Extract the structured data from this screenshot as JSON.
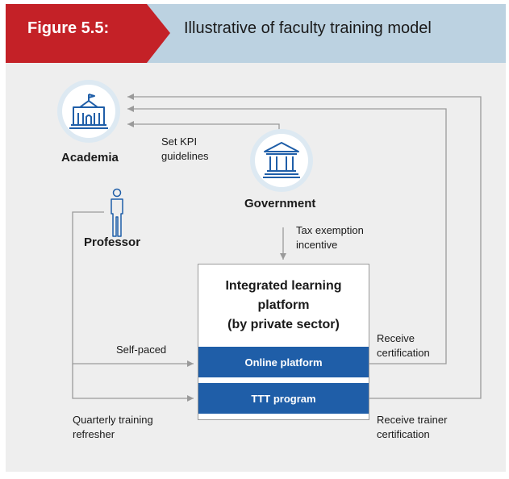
{
  "header": {
    "figure_label": "Figure 5.5:",
    "title": "Illustrative of faculty training model"
  },
  "nodes": {
    "academia": {
      "label": "Academia",
      "icon": "university-building-icon"
    },
    "government": {
      "label": "Government",
      "icon": "government-building-icon"
    },
    "professor": {
      "label": "Professor",
      "icon": "person-icon"
    }
  },
  "platform": {
    "title_lines": [
      "Integrated learning",
      "platform",
      "(by private sector)"
    ],
    "online_platform": "Online platform",
    "ttt_program": "TTT program"
  },
  "edge_labels": {
    "set_kpi": [
      "Set KPI",
      "guidelines"
    ],
    "tax_exemption": [
      "Tax exemption",
      "incentive"
    ],
    "self_paced": "Self-paced",
    "quarterly": [
      "Quarterly training",
      "refresher"
    ],
    "receive_cert": [
      "Receive",
      "certification"
    ],
    "receive_trainer_cert": [
      "Receive trainer",
      "certification"
    ]
  },
  "colors": {
    "accent_red": "#c42127",
    "header_blue": "#bcd2e1",
    "icon_blue": "#1f5ea8",
    "panel_grey": "#eeeeee",
    "line_grey": "#9a9a9a"
  }
}
